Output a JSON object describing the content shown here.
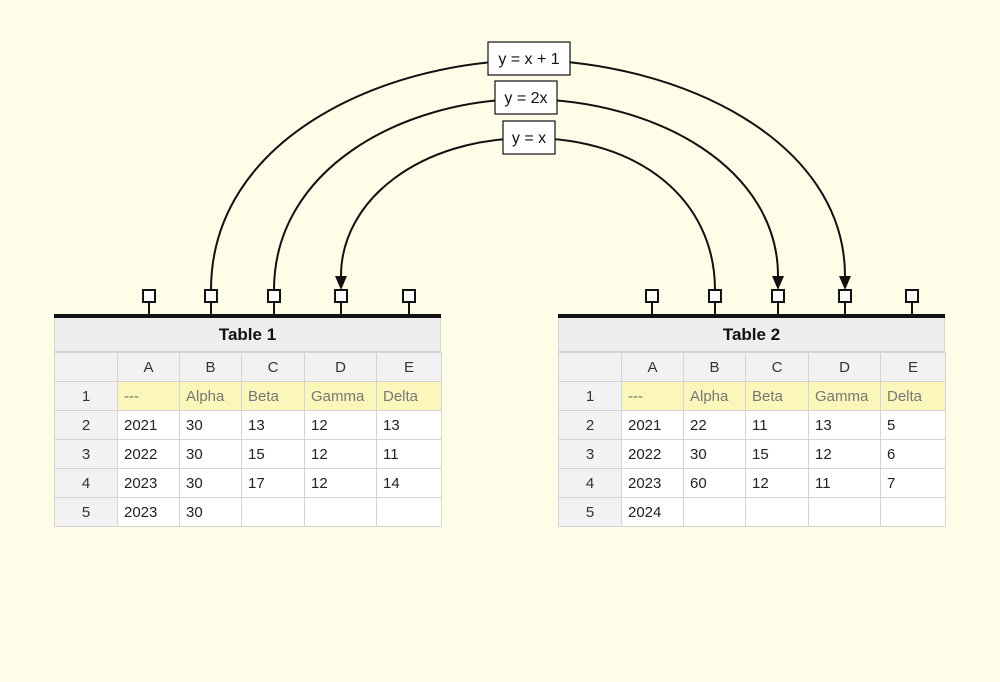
{
  "mappings": [
    {
      "id": "m1",
      "label": "y = x + 1",
      "from_col": "B",
      "to_col": "D"
    },
    {
      "id": "m2",
      "label": "y = 2x",
      "from_col": "C",
      "to_col": "C"
    },
    {
      "id": "m3",
      "label": "y = x",
      "from_col": "B",
      "to_col": "D"
    }
  ],
  "tables": [
    {
      "title": "Table 1",
      "columns": [
        "A",
        "B",
        "C",
        "D",
        "E"
      ],
      "rows": [
        {
          "num": "1",
          "cells": [
            "---",
            "Alpha",
            "Beta",
            "Gamma",
            "Delta"
          ]
        },
        {
          "num": "2",
          "cells": [
            "2021",
            "30",
            "13",
            "12",
            "13"
          ]
        },
        {
          "num": "3",
          "cells": [
            "2022",
            "30",
            "15",
            "12",
            "11"
          ]
        },
        {
          "num": "4",
          "cells": [
            "2023",
            "30",
            "17",
            "12",
            "14"
          ]
        },
        {
          "num": "5",
          "cells": [
            "2023",
            "30",
            "",
            "",
            ""
          ]
        }
      ]
    },
    {
      "title": "Table 2",
      "columns": [
        "A",
        "B",
        "C",
        "D",
        "E"
      ],
      "rows": [
        {
          "num": "1",
          "cells": [
            "---",
            "Alpha",
            "Beta",
            "Gamma",
            "Delta"
          ]
        },
        {
          "num": "2",
          "cells": [
            "2021",
            "22",
            "11",
            "13",
            "5"
          ]
        },
        {
          "num": "3",
          "cells": [
            "2022",
            "30",
            "15",
            "12",
            "6"
          ]
        },
        {
          "num": "4",
          "cells": [
            "2023",
            "60",
            "12",
            "11",
            "7"
          ]
        },
        {
          "num": "5",
          "cells": [
            "2024",
            "",
            "",
            "",
            ""
          ]
        }
      ]
    }
  ]
}
